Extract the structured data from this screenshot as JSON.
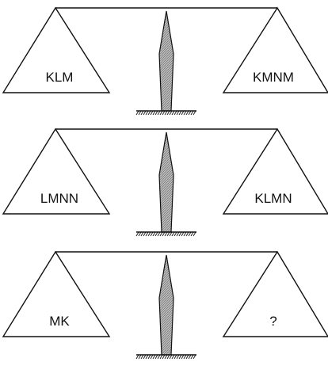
{
  "scales": [
    {
      "left_pan": "KLM",
      "right_pan": "KMNM"
    },
    {
      "left_pan": "LMNN",
      "right_pan": "KLMN"
    },
    {
      "left_pan": "MK",
      "right_pan": "?"
    }
  ],
  "colors": {
    "line": "#111111",
    "pillar_fill": "#a9a9a9",
    "background": "#ffffff"
  }
}
